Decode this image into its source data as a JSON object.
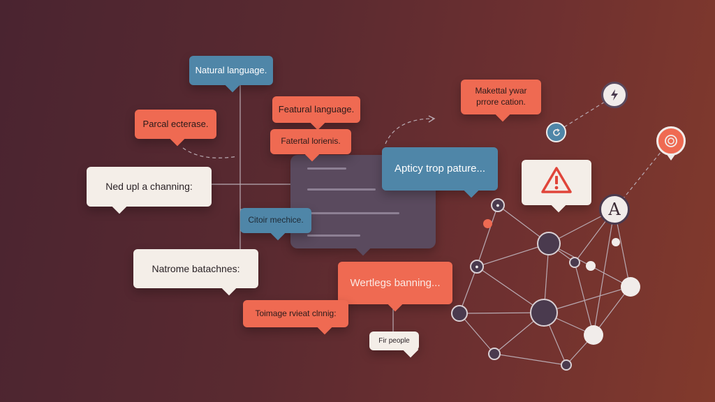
{
  "colors": {
    "bg_left": "#4a2430",
    "bg_right": "#823a2c",
    "blue": "#4f86a8",
    "orange": "#ef6a52",
    "cream": "#f4eee8",
    "panel": "#5a4a5e"
  },
  "bubbles": {
    "natural_language": "Natural language.",
    "parcal_ecterase": "Parcal ecterase.",
    "featural_language": "Featural language.",
    "fatertal_lorienis": "Fatertal lorienis.",
    "need_up_channing": "Ned upl a channing:",
    "citoir_mechice": "Citoir mechice.",
    "natrome_batachnes": "Natrome batachnes:",
    "apticy_trop_pature": "Apticy trop pature...",
    "wertlegs_banning": "Wertlegs banning...",
    "toimage_rvieat": "Toimage rvieat clnnig:",
    "makettal_your": "Makettal ywar\nprrore cation.",
    "fir_people": "Fir people"
  },
  "icons": {
    "flash": "flash-icon",
    "refresh": "refresh-icon",
    "warning": "warning-icon",
    "badge": "badge-icon",
    "avatar_letter": "A",
    "lock": "lock-icon"
  }
}
